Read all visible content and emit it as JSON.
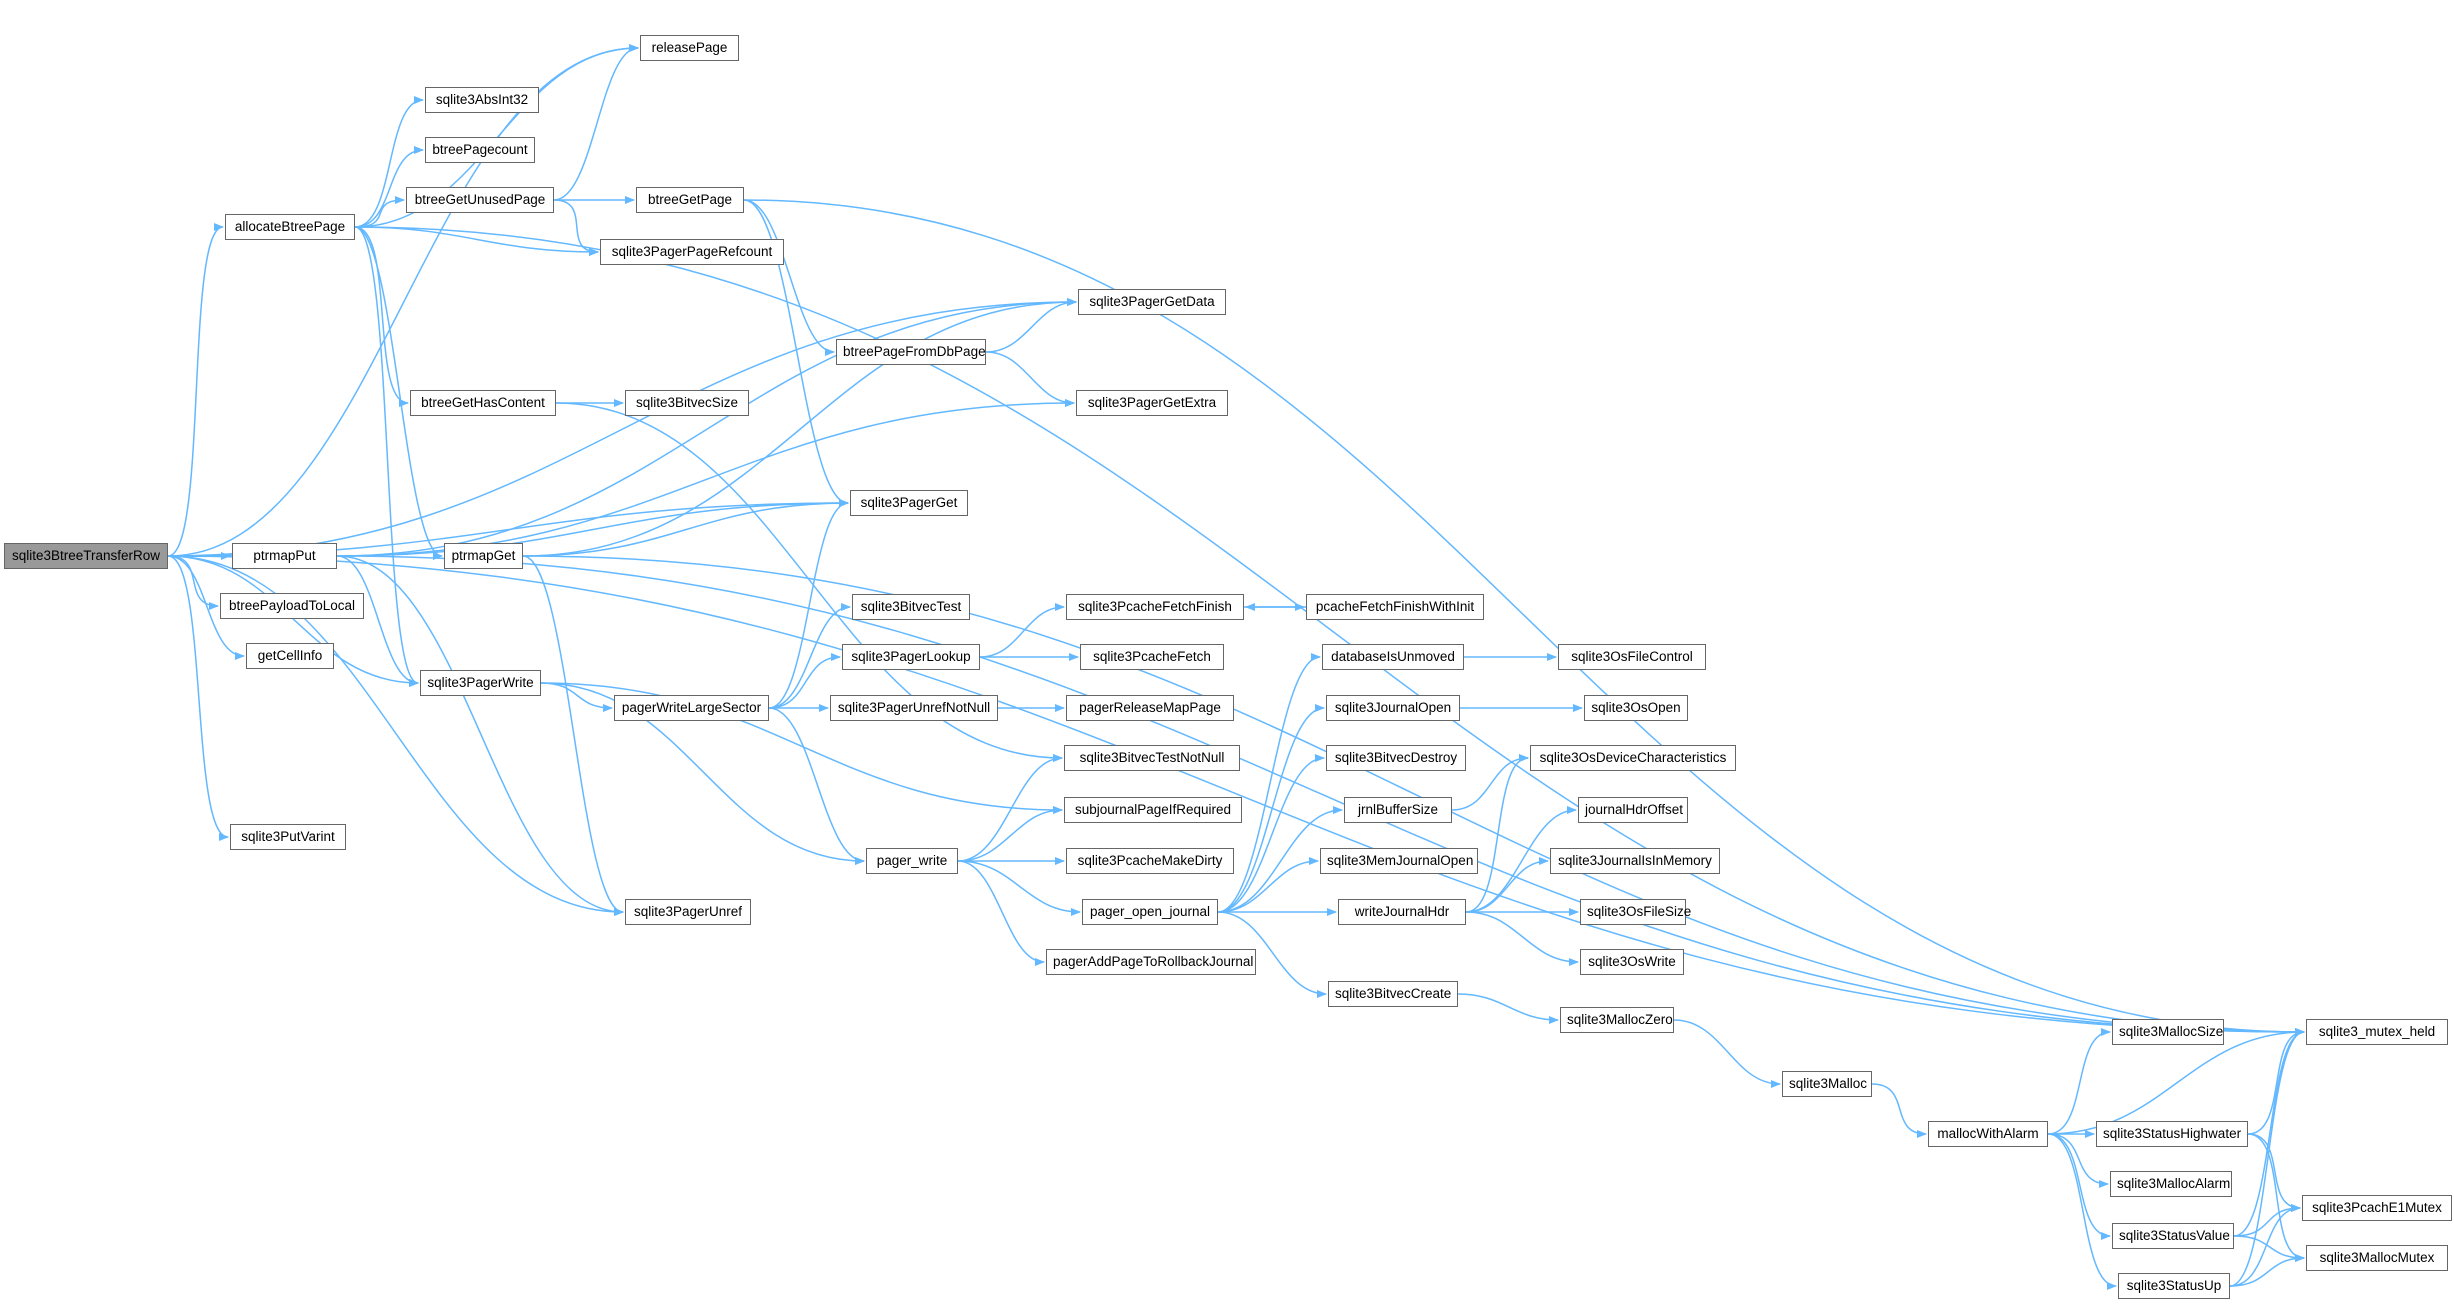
{
  "graph": {
    "edge_color": "#63b8ff",
    "node_border_color": "#666666",
    "root_fill_color": "#999999",
    "nodes": [
      {
        "id": "n1",
        "label": "sqlite3BtreeTransferRow"
      },
      {
        "id": "n2",
        "label": "releasePage"
      },
      {
        "id": "n3",
        "label": "sqlite3AbsInt32"
      },
      {
        "id": "n4",
        "label": "btreePagecount"
      },
      {
        "id": "n5",
        "label": "btreeGetUnusedPage"
      },
      {
        "id": "n6",
        "label": "btreeGetPage"
      },
      {
        "id": "n7",
        "label": "allocateBtreePage"
      },
      {
        "id": "n8",
        "label": "sqlite3PagerPageRefcount"
      },
      {
        "id": "n9",
        "label": "sqlite3PagerGetData"
      },
      {
        "id": "n10",
        "label": "btreePageFromDbPage"
      },
      {
        "id": "n11",
        "label": "btreeGetHasContent"
      },
      {
        "id": "n12",
        "label": "sqlite3BitvecSize"
      },
      {
        "id": "n13",
        "label": "sqlite3PagerGetExtra"
      },
      {
        "id": "n14",
        "label": "sqlite3PagerGet"
      },
      {
        "id": "n15",
        "label": "ptrmapPut"
      },
      {
        "id": "n16",
        "label": "ptrmapGet"
      },
      {
        "id": "n17",
        "label": "btreePayloadToLocal"
      },
      {
        "id": "n18",
        "label": "getCellInfo"
      },
      {
        "id": "n19",
        "label": "sqlite3BitvecTest"
      },
      {
        "id": "n20",
        "label": "sqlite3PcacheFetchFinish"
      },
      {
        "id": "n21",
        "label": "pcacheFetchFinishWithInit"
      },
      {
        "id": "n22",
        "label": "sqlite3PagerLookup"
      },
      {
        "id": "n23",
        "label": "sqlite3PcacheFetch"
      },
      {
        "id": "n24",
        "label": "databaseIsUnmoved"
      },
      {
        "id": "n25",
        "label": "sqlite3OsFileControl"
      },
      {
        "id": "n26",
        "label": "sqlite3PagerWrite"
      },
      {
        "id": "n27",
        "label": "pagerWriteLargeSector"
      },
      {
        "id": "n28",
        "label": "sqlite3PagerUnrefNotNull"
      },
      {
        "id": "n29",
        "label": "pagerReleaseMapPage"
      },
      {
        "id": "n30",
        "label": "sqlite3JournalOpen"
      },
      {
        "id": "n31",
        "label": "sqlite3OsOpen"
      },
      {
        "id": "n32",
        "label": "sqlite3BitvecDestroy"
      },
      {
        "id": "n33",
        "label": "sqlite3OsDeviceCharacteristics"
      },
      {
        "id": "n34",
        "label": "sqlite3BitvecTestNotNull"
      },
      {
        "id": "n35",
        "label": "subjournalPageIfRequired"
      },
      {
        "id": "n36",
        "label": "jrnlBufferSize"
      },
      {
        "id": "n37",
        "label": "journalHdrOffset"
      },
      {
        "id": "n38",
        "label": "sqlite3PutVarint"
      },
      {
        "id": "n39",
        "label": "pager_write"
      },
      {
        "id": "n40",
        "label": "sqlite3PcacheMakeDirty"
      },
      {
        "id": "n41",
        "label": "sqlite3MemJournalOpen"
      },
      {
        "id": "n42",
        "label": "sqlite3JournalIsInMemory"
      },
      {
        "id": "n43",
        "label": "sqlite3PagerUnref"
      },
      {
        "id": "n44",
        "label": "pager_open_journal"
      },
      {
        "id": "n45",
        "label": "writeJournalHdr"
      },
      {
        "id": "n46",
        "label": "sqlite3OsFileSize"
      },
      {
        "id": "n47",
        "label": "pagerAddPageToRollbackJournal"
      },
      {
        "id": "n48",
        "label": "sqlite3OsWrite"
      },
      {
        "id": "n49",
        "label": "sqlite3BitvecCreate"
      },
      {
        "id": "n50",
        "label": "sqlite3MallocZero"
      },
      {
        "id": "n51",
        "label": "sqlite3MallocSize"
      },
      {
        "id": "n52",
        "label": "sqlite3_mutex_held"
      },
      {
        "id": "n53",
        "label": "sqlite3Malloc"
      },
      {
        "id": "n54",
        "label": "mallocWithAlarm"
      },
      {
        "id": "n55",
        "label": "sqlite3StatusHighwater"
      },
      {
        "id": "n56",
        "label": "sqlite3MallocAlarm"
      },
      {
        "id": "n57",
        "label": "sqlite3PcachE1Mutex"
      },
      {
        "id": "n58",
        "label": "sqlite3StatusValue"
      },
      {
        "id": "n59",
        "label": "sqlite3MallocMutex"
      },
      {
        "id": "n60",
        "label": "sqlite3StatusUp"
      }
    ],
    "edges": [
      [
        "n1",
        "n2"
      ],
      [
        "n1",
        "n52"
      ],
      [
        "n1",
        "n7"
      ],
      [
        "n1",
        "n9"
      ],
      [
        "n1",
        "n14"
      ],
      [
        "n1",
        "n15"
      ],
      [
        "n1",
        "n17"
      ],
      [
        "n1",
        "n18"
      ],
      [
        "n1",
        "n26"
      ],
      [
        "n1",
        "n38"
      ],
      [
        "n1",
        "n43"
      ],
      [
        "n7",
        "n2"
      ],
      [
        "n7",
        "n3"
      ],
      [
        "n7",
        "n4"
      ],
      [
        "n7",
        "n5"
      ],
      [
        "n7",
        "n8"
      ],
      [
        "n7",
        "n11"
      ],
      [
        "n7",
        "n16"
      ],
      [
        "n7",
        "n26"
      ],
      [
        "n7",
        "n52"
      ],
      [
        "n5",
        "n2"
      ],
      [
        "n5",
        "n6"
      ],
      [
        "n5",
        "n8"
      ],
      [
        "n6",
        "n52"
      ],
      [
        "n6",
        "n10"
      ],
      [
        "n6",
        "n14"
      ],
      [
        "n10",
        "n9"
      ],
      [
        "n10",
        "n13"
      ],
      [
        "n11",
        "n12"
      ],
      [
        "n11",
        "n34"
      ],
      [
        "n15",
        "n9"
      ],
      [
        "n15",
        "n13"
      ],
      [
        "n15",
        "n14"
      ],
      [
        "n15",
        "n26"
      ],
      [
        "n15",
        "n43"
      ],
      [
        "n15",
        "n52"
      ],
      [
        "n16",
        "n9"
      ],
      [
        "n16",
        "n14"
      ],
      [
        "n16",
        "n43"
      ],
      [
        "n16",
        "n52"
      ],
      [
        "n26",
        "n27"
      ],
      [
        "n26",
        "n35"
      ],
      [
        "n26",
        "n39"
      ],
      [
        "n27",
        "n14"
      ],
      [
        "n27",
        "n19"
      ],
      [
        "n27",
        "n22"
      ],
      [
        "n27",
        "n28"
      ],
      [
        "n27",
        "n39"
      ],
      [
        "n22",
        "n20"
      ],
      [
        "n22",
        "n23"
      ],
      [
        "n20",
        "n21"
      ],
      [
        "n21",
        "n20"
      ],
      [
        "n28",
        "n29"
      ],
      [
        "n39",
        "n34"
      ],
      [
        "n39",
        "n35"
      ],
      [
        "n39",
        "n40"
      ],
      [
        "n39",
        "n44"
      ],
      [
        "n39",
        "n47"
      ],
      [
        "n44",
        "n24"
      ],
      [
        "n44",
        "n30"
      ],
      [
        "n44",
        "n32"
      ],
      [
        "n44",
        "n36"
      ],
      [
        "n44",
        "n41"
      ],
      [
        "n44",
        "n45"
      ],
      [
        "n44",
        "n49"
      ],
      [
        "n24",
        "n25"
      ],
      [
        "n30",
        "n31"
      ],
      [
        "n36",
        "n33"
      ],
      [
        "n45",
        "n33"
      ],
      [
        "n45",
        "n37"
      ],
      [
        "n45",
        "n42"
      ],
      [
        "n45",
        "n46"
      ],
      [
        "n45",
        "n48"
      ],
      [
        "n49",
        "n50"
      ],
      [
        "n50",
        "n53"
      ],
      [
        "n53",
        "n54"
      ],
      [
        "n54",
        "n51"
      ],
      [
        "n54",
        "n52"
      ],
      [
        "n54",
        "n55"
      ],
      [
        "n54",
        "n56"
      ],
      [
        "n54",
        "n58"
      ],
      [
        "n54",
        "n60"
      ],
      [
        "n55",
        "n52"
      ],
      [
        "n55",
        "n57"
      ],
      [
        "n55",
        "n59"
      ],
      [
        "n58",
        "n52"
      ],
      [
        "n58",
        "n57"
      ],
      [
        "n58",
        "n59"
      ],
      [
        "n60",
        "n52"
      ],
      [
        "n60",
        "n57"
      ],
      [
        "n60",
        "n59"
      ]
    ]
  }
}
